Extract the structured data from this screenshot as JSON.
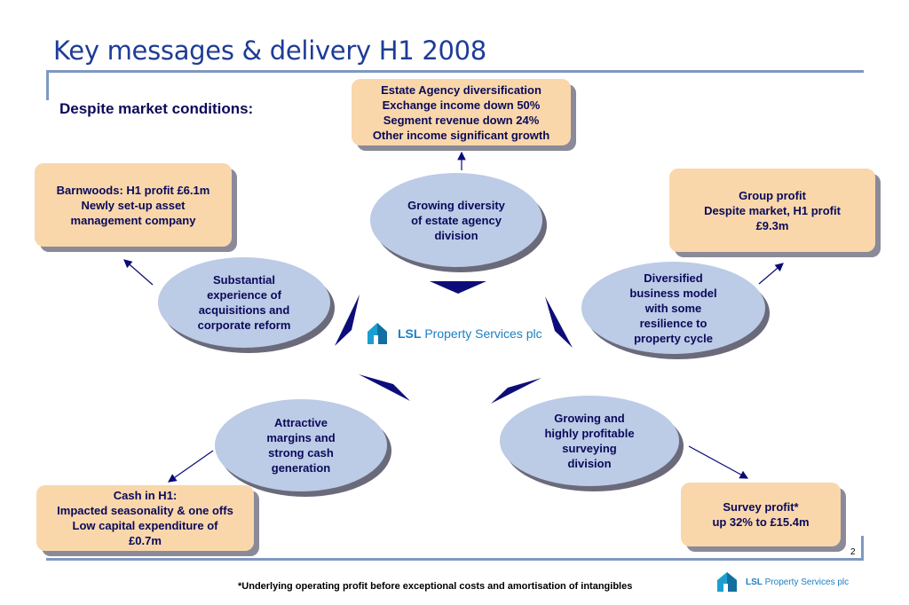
{
  "slide": {
    "title": "Key messages & delivery H1 2008",
    "subtitle": "Despite market conditions:",
    "page_number": "2",
    "footnote": "*Underlying operating profit before exceptional costs and amortisation of intangibles"
  },
  "logo": {
    "brand": "LSL",
    "name": "Property Services plc"
  },
  "boxes": {
    "estate_agency": "Estate Agency diversification\nExchange income down 50%\nSegment revenue down 24%\nOther income significant growth",
    "barnwoods": "Barnwoods: H1 profit £6.1m\nNewly set-up asset\nmanagement company",
    "group_profit": "Group profit\nDespite market, H1 profit\n£9.3m",
    "cash": "Cash in H1:\nImpacted seasonality & one offs\nLow capital expenditure of\n£0.7m",
    "survey": "Survey profit*\nup 32% to £15.4m"
  },
  "ellipses": {
    "growing_diversity": "Growing diversity\nof estate agency\ndivision",
    "substantial": "Substantial\nexperience of\nacquisitions and\ncorporate reform",
    "diversified": "Diversified\nbusiness model\nwith some\nresilience to\nproperty cycle",
    "attractive": "Attractive\nmargins and\nstrong cash\ngeneration",
    "surveying": "Growing and\nhighly profitable\nsurveying\ndivision"
  },
  "colors": {
    "title": "#1e3c96",
    "box_fill": "#f9d7ab",
    "ellipse_fill": "#bccbe6",
    "accent": "#0a0a7a"
  }
}
